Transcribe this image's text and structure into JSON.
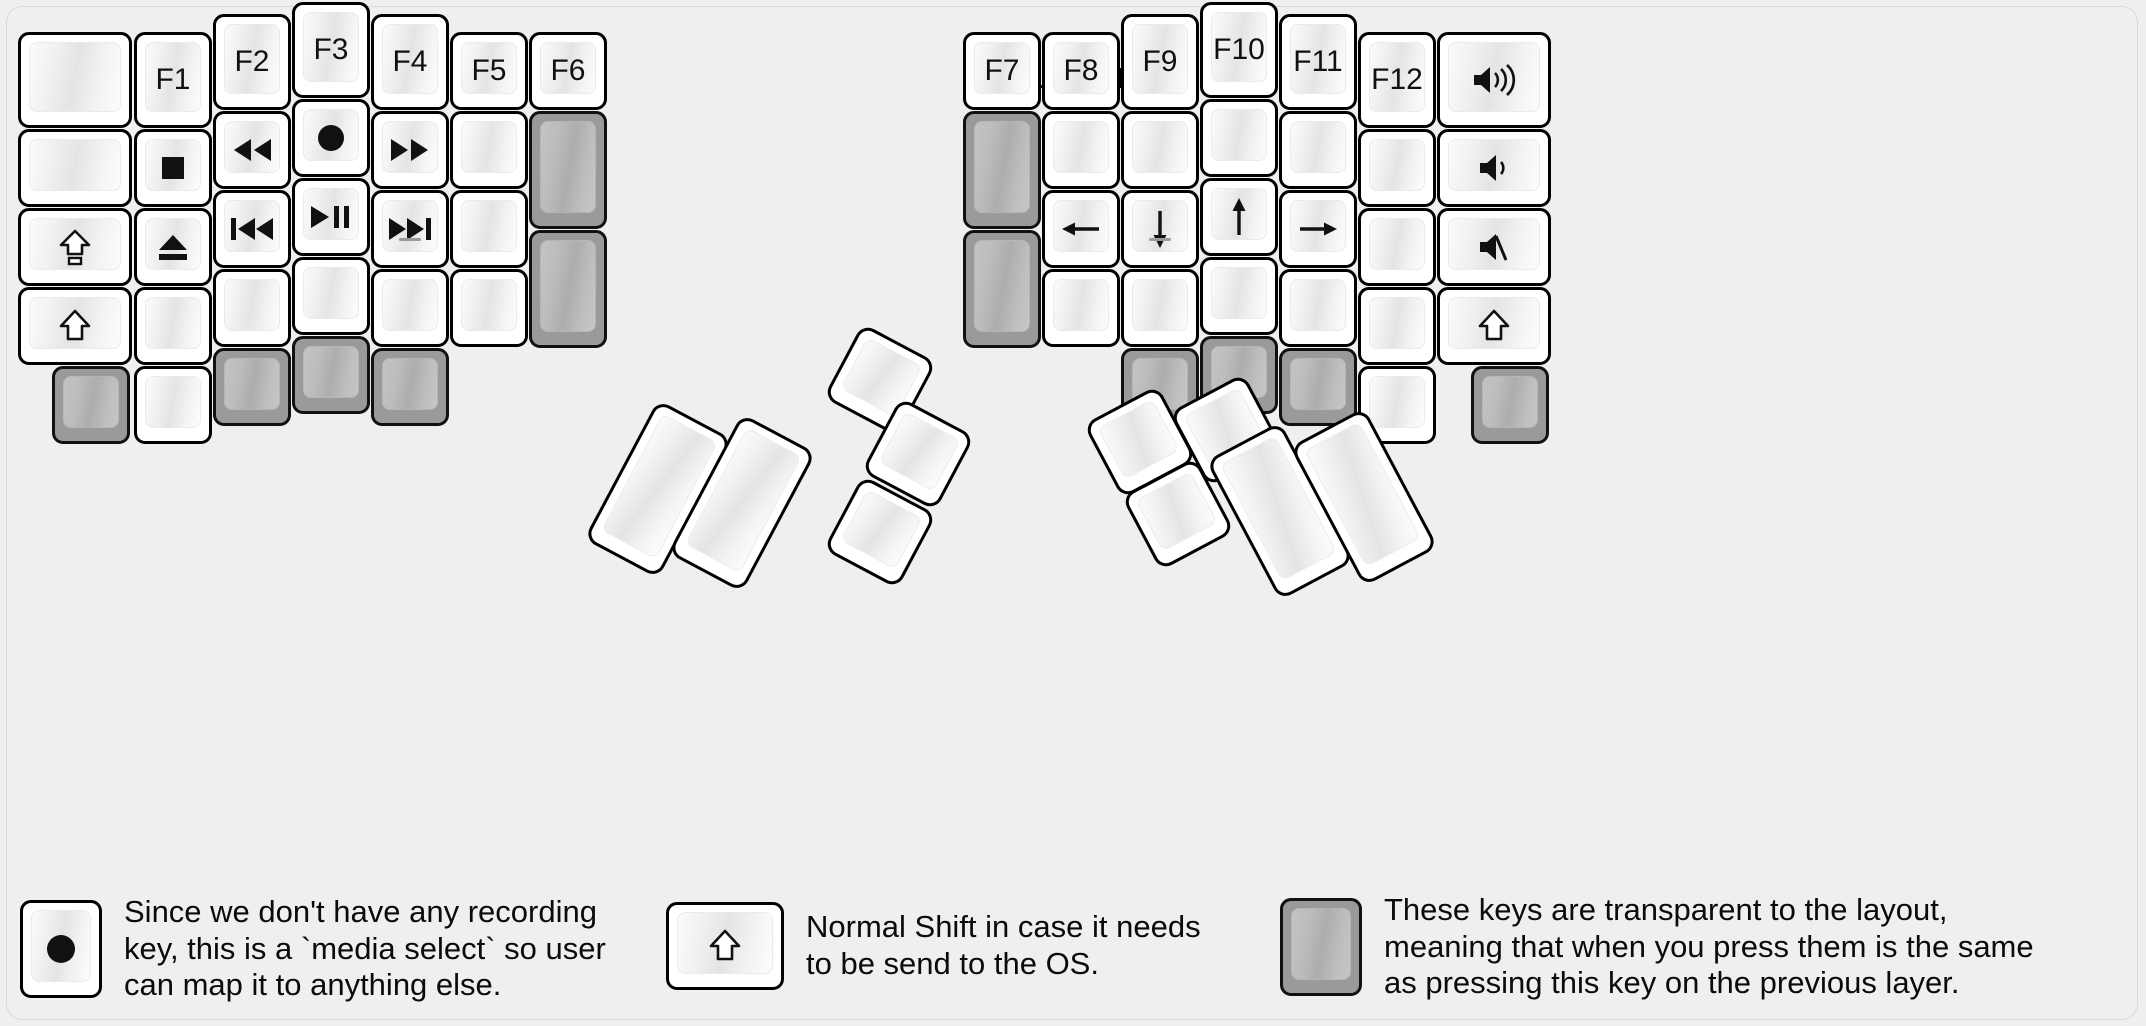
{
  "page": {
    "title": "fn Layer",
    "background": "#efefef",
    "key_fill": "#ffffff",
    "transparent_key_fill": "#9a9a9a",
    "outline": "#000000"
  },
  "left_half": {
    "columns": [
      {
        "name": "col-pinky-outer",
        "keys": [
          {
            "label": "",
            "icon": "",
            "state": "normal"
          },
          {
            "label": "",
            "icon": "",
            "state": "normal"
          },
          {
            "label": "",
            "icon": "caps-lock-icon",
            "state": "normal"
          },
          {
            "label": "",
            "icon": "shift-icon",
            "state": "normal"
          },
          {
            "label": "",
            "icon": "",
            "state": "transparent"
          }
        ]
      },
      {
        "name": "col-pinky",
        "keys": [
          {
            "label": "F1",
            "icon": "",
            "state": "normal"
          },
          {
            "label": "",
            "icon": "media-stop-icon",
            "state": "normal"
          },
          {
            "label": "",
            "icon": "media-eject-icon",
            "state": "normal"
          },
          {
            "label": "",
            "icon": "",
            "state": "normal"
          },
          {
            "label": "",
            "icon": "",
            "state": "normal"
          }
        ]
      },
      {
        "name": "col-ring",
        "keys": [
          {
            "label": "F2",
            "icon": "",
            "state": "normal"
          },
          {
            "label": "",
            "icon": "media-rewind-icon",
            "state": "normal"
          },
          {
            "label": "",
            "icon": "media-previous-icon",
            "state": "normal"
          },
          {
            "label": "",
            "icon": "",
            "state": "normal"
          },
          {
            "label": "",
            "icon": "",
            "state": "transparent"
          }
        ]
      },
      {
        "name": "col-middle",
        "keys": [
          {
            "label": "F3",
            "icon": "",
            "state": "normal"
          },
          {
            "label": "",
            "icon": "media-record-icon",
            "state": "normal"
          },
          {
            "label": "",
            "icon": "media-play-pause-icon",
            "state": "normal"
          },
          {
            "label": "",
            "icon": "",
            "state": "normal"
          },
          {
            "label": "",
            "icon": "",
            "state": "transparent"
          }
        ]
      },
      {
        "name": "col-index",
        "keys": [
          {
            "label": "F4",
            "icon": "",
            "state": "normal"
          },
          {
            "label": "",
            "icon": "media-fast-forward-icon",
            "state": "normal"
          },
          {
            "label": "",
            "icon": "media-next-icon",
            "state": "normal",
            "sub": "dash"
          },
          {
            "label": "",
            "icon": "",
            "state": "normal"
          },
          {
            "label": "",
            "icon": "",
            "state": "transparent"
          }
        ]
      },
      {
        "name": "col-inner",
        "keys": [
          {
            "label": "F5",
            "icon": "",
            "state": "normal"
          },
          {
            "label": "",
            "icon": "",
            "state": "normal"
          },
          {
            "label": "",
            "icon": "",
            "state": "normal"
          },
          {
            "label": "",
            "icon": "",
            "state": "normal"
          }
        ]
      },
      {
        "name": "col-innermost",
        "keys": [
          {
            "label": "F6",
            "icon": "",
            "state": "normal"
          },
          {
            "label": "",
            "icon": "",
            "state": "transparent"
          },
          {
            "label": "",
            "icon": "",
            "state": "transparent"
          }
        ]
      }
    ],
    "thumb_cluster": {
      "name": "left-thumb-cluster",
      "keys": [
        {
          "label": "",
          "icon": "",
          "state": "normal",
          "size": "tall"
        },
        {
          "label": "",
          "icon": "",
          "state": "normal",
          "size": "tall"
        },
        {
          "label": "",
          "icon": "",
          "state": "normal",
          "size": "small"
        },
        {
          "label": "",
          "icon": "",
          "state": "normal",
          "size": "small"
        },
        {
          "label": "",
          "icon": "",
          "state": "normal",
          "size": "small"
        }
      ]
    }
  },
  "right_half": {
    "columns": [
      {
        "name": "col-innermost",
        "keys": [
          {
            "label": "F7",
            "icon": "",
            "state": "normal"
          },
          {
            "label": "",
            "icon": "",
            "state": "transparent"
          },
          {
            "label": "",
            "icon": "",
            "state": "transparent"
          }
        ]
      },
      {
        "name": "col-inner",
        "keys": [
          {
            "label": "F8",
            "icon": "",
            "state": "normal"
          },
          {
            "label": "",
            "icon": "",
            "state": "normal"
          },
          {
            "label": "",
            "icon": "arrow-left-icon",
            "state": "normal"
          },
          {
            "label": "",
            "icon": "",
            "state": "normal"
          }
        ]
      },
      {
        "name": "col-index",
        "keys": [
          {
            "label": "F9",
            "icon": "",
            "state": "normal"
          },
          {
            "label": "",
            "icon": "",
            "state": "normal"
          },
          {
            "label": "",
            "icon": "arrow-down-icon",
            "state": "normal",
            "sub": "dash"
          },
          {
            "label": "",
            "icon": "",
            "state": "normal"
          },
          {
            "label": "",
            "icon": "",
            "state": "transparent"
          }
        ]
      },
      {
        "name": "col-middle",
        "keys": [
          {
            "label": "F10",
            "icon": "",
            "state": "normal"
          },
          {
            "label": "",
            "icon": "",
            "state": "normal"
          },
          {
            "label": "",
            "icon": "arrow-up-icon",
            "state": "normal"
          },
          {
            "label": "",
            "icon": "",
            "state": "normal"
          },
          {
            "label": "",
            "icon": "",
            "state": "transparent"
          }
        ]
      },
      {
        "name": "col-ring",
        "keys": [
          {
            "label": "F11",
            "icon": "",
            "state": "normal"
          },
          {
            "label": "",
            "icon": "",
            "state": "normal"
          },
          {
            "label": "",
            "icon": "arrow-right-icon",
            "state": "normal"
          },
          {
            "label": "",
            "icon": "",
            "state": "normal"
          },
          {
            "label": "",
            "icon": "",
            "state": "transparent"
          }
        ]
      },
      {
        "name": "col-pinky",
        "keys": [
          {
            "label": "F12",
            "icon": "",
            "state": "normal"
          },
          {
            "label": "",
            "icon": "",
            "state": "normal"
          },
          {
            "label": "",
            "icon": "",
            "state": "normal"
          },
          {
            "label": "",
            "icon": "",
            "state": "normal"
          },
          {
            "label": "",
            "icon": "",
            "state": "normal"
          }
        ]
      },
      {
        "name": "col-pinky-outer",
        "keys": [
          {
            "label": "",
            "icon": "volume-up-icon",
            "state": "normal"
          },
          {
            "label": "",
            "icon": "volume-down-icon",
            "state": "normal"
          },
          {
            "label": "",
            "icon": "volume-mute-icon",
            "state": "normal"
          },
          {
            "label": "",
            "icon": "shift-icon",
            "state": "normal"
          },
          {
            "label": "",
            "icon": "",
            "state": "transparent"
          }
        ]
      }
    ],
    "thumb_cluster": {
      "name": "right-thumb-cluster",
      "keys": [
        {
          "label": "",
          "icon": "",
          "state": "normal",
          "size": "small"
        },
        {
          "label": "",
          "icon": "",
          "state": "normal",
          "size": "small"
        },
        {
          "label": "",
          "icon": "",
          "state": "normal",
          "size": "small"
        },
        {
          "label": "",
          "icon": "",
          "state": "normal",
          "size": "tall"
        },
        {
          "label": "",
          "icon": "",
          "state": "normal",
          "size": "tall"
        }
      ]
    }
  },
  "legend": [
    {
      "name": "legend-record-key",
      "icon": "media-record-icon",
      "state": "normal",
      "text": "Since we don't have any recording\nkey, this is a `media select` so user\ncan map it to anything else."
    },
    {
      "name": "legend-shift-key",
      "icon": "shift-icon",
      "state": "normal",
      "text": "Normal Shift in case it needs\nto be send to the OS."
    },
    {
      "name": "legend-transparent-key",
      "icon": "",
      "state": "transparent",
      "text": "These keys are transparent to the layout,\nmeaning that when you press them is the same\nas pressing this key on the previous layer."
    }
  ]
}
